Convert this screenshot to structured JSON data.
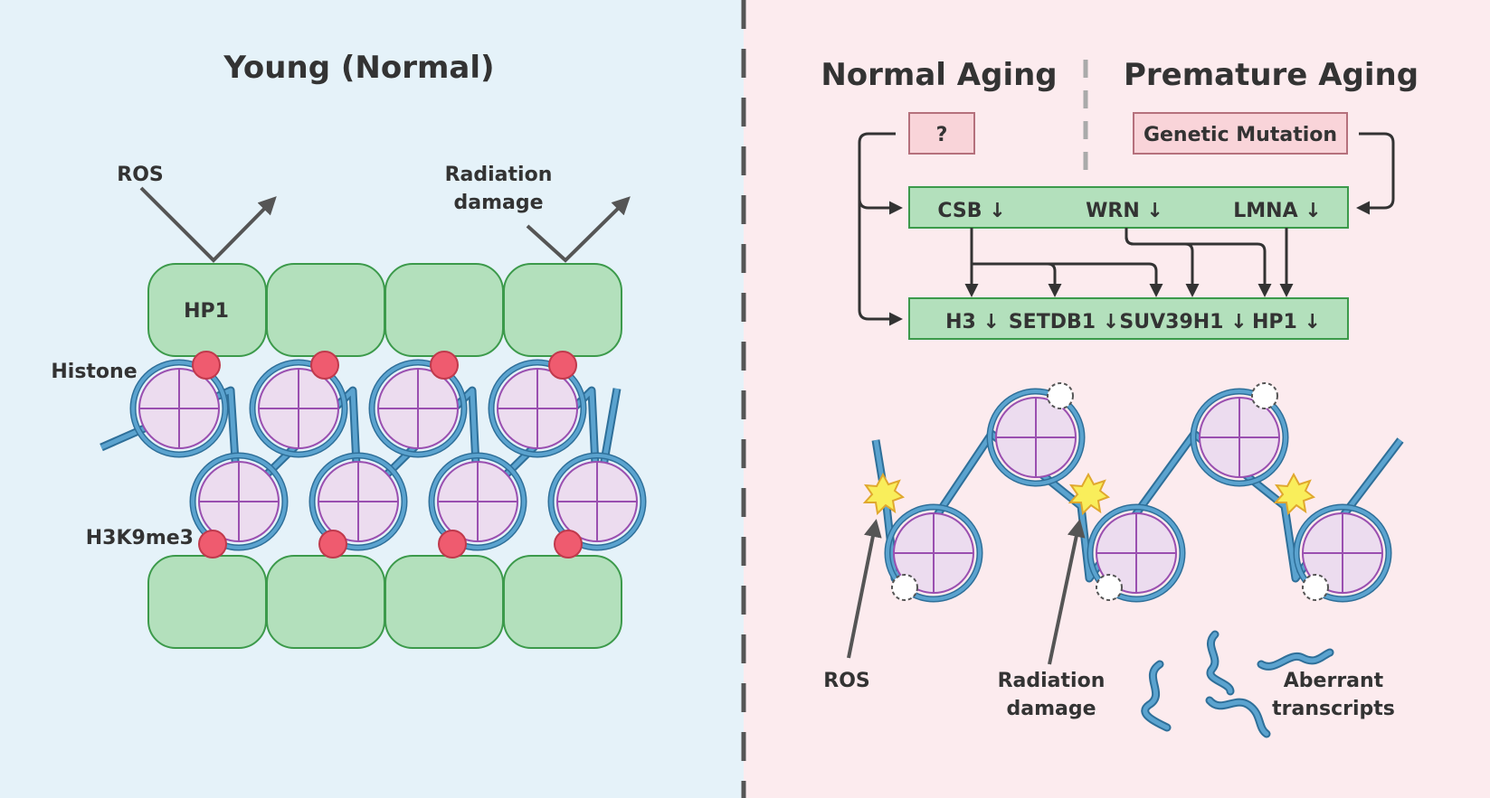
{
  "left_panel": {
    "title": "Young (Normal)",
    "labels": {
      "ros": "ROS",
      "radiation_line1": "Radiation",
      "radiation_line2": "damage",
      "hp1": "HP1",
      "histone": "Histone",
      "h3k9me3": "H3K9me3"
    }
  },
  "right_panel": {
    "normal_title": "Normal Aging",
    "premature_title": "Premature Aging",
    "unknown_box": "?",
    "mutation_box": "Genetic Mutation",
    "upstream_genes": [
      "CSB",
      "WRN",
      "LMNA"
    ],
    "downstream_genes": [
      "H3",
      "SETDB1",
      "SUV39H1",
      "HP1"
    ],
    "down_arrow": "↓",
    "labels": {
      "ros": "ROS",
      "radiation_line1": "Radiation",
      "radiation_line2": "damage",
      "aberrant_line1": "Aberrant",
      "aberrant_line2": "transcripts"
    }
  },
  "colors": {
    "left_bg": "#e5f2f9",
    "right_bg": "#fcebee",
    "hp1_fill": "#b3e0bc",
    "gene_box_fill": "#b3e0bc",
    "histone_fill": "#ecdcef",
    "dna": "#5ba3cf",
    "h3k9me3": "#ef5b6f",
    "damage_star": "#f9ee5b"
  }
}
